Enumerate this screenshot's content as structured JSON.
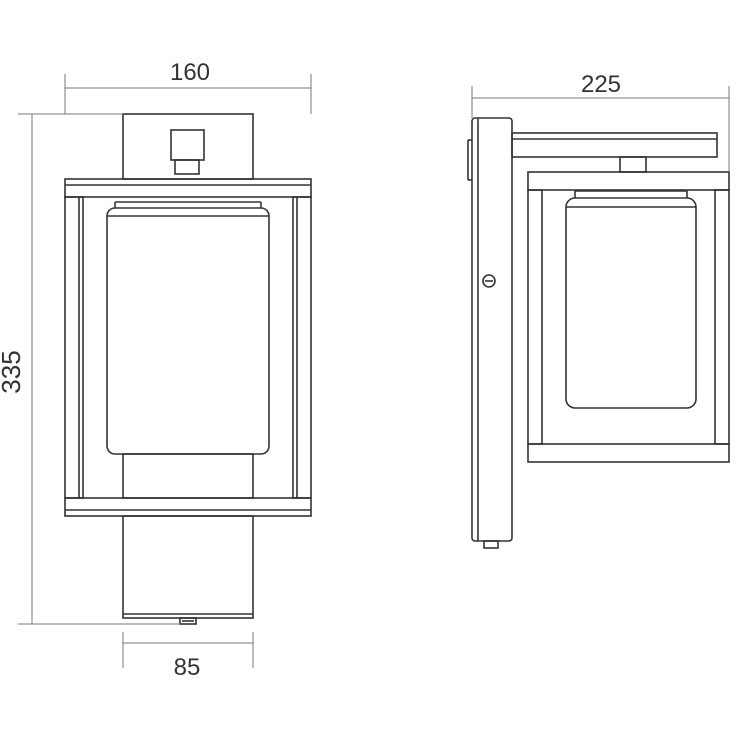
{
  "colors": {
    "line": "#333333",
    "dimension_line": "#777777",
    "background": "#ffffff"
  },
  "front_view": {
    "width_label": "160",
    "height_label": "335",
    "base_width_label": "85"
  },
  "side_view": {
    "depth_label": "225"
  }
}
